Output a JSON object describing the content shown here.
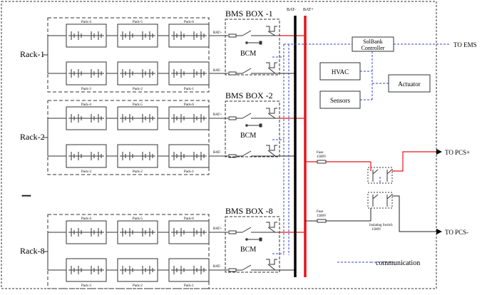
{
  "racks": [
    {
      "label": "Rack-1",
      "packs_top": [
        "Pack-4",
        "Pack-5",
        "Pack-6"
      ],
      "packs_bottom": [
        "Pack-3",
        "Pack-2",
        "Pack-1"
      ]
    },
    {
      "label": "Rack-2",
      "packs_top": [
        "Pack-4",
        "Pack-5",
        "Pack-6"
      ],
      "packs_bottom": [
        "Pack-3",
        "Pack-2",
        "Pack-1"
      ]
    },
    {
      "label": "Rack-8",
      "packs_top": [
        "Pack-4",
        "Pack-5",
        "Pack-6"
      ],
      "packs_bottom": [
        "Pack-3",
        "Pack-2",
        "Pack-1"
      ]
    }
  ],
  "bms_boxes": [
    {
      "title": "BMS BOX -1",
      "bcm": "BCM",
      "bat_plus": "BAT+",
      "bat_minus": "BAT-"
    },
    {
      "title": "BMS BOX -2",
      "bcm": "BCM",
      "bat_plus": "BAT+",
      "bat_minus": "BAT-"
    },
    {
      "title": "BMS BOX -8",
      "bcm": "BCM",
      "bat_plus": "BAT+",
      "bat_minus": "BAT-"
    }
  ],
  "ellipsis": "••••••",
  "bus_labels": {
    "minus": "BAT-",
    "plus": "BAT+"
  },
  "controller": {
    "line1": "SolBank",
    "line2": "Controller"
  },
  "hvac": "HVAC",
  "sensors": "Sensors",
  "actuator": "Actuator",
  "to_ems": "TO EMS",
  "to_pcs_plus": "TO PCS+",
  "to_pcs_minus": "TO PCS-",
  "fuse_top": {
    "line1": "Fuse",
    "line2": "1500V"
  },
  "fuse_bottom": {
    "line1": "Fuse",
    "line2": "1500V"
  },
  "isolating_switch": {
    "line1": "Isolating Switch",
    "line2": "1500V"
  },
  "legend": "communication",
  "colors": {
    "power_positive": "#e8141b",
    "bus_negative": "#000000",
    "communication": "#3344cc",
    "line": "#333333"
  }
}
